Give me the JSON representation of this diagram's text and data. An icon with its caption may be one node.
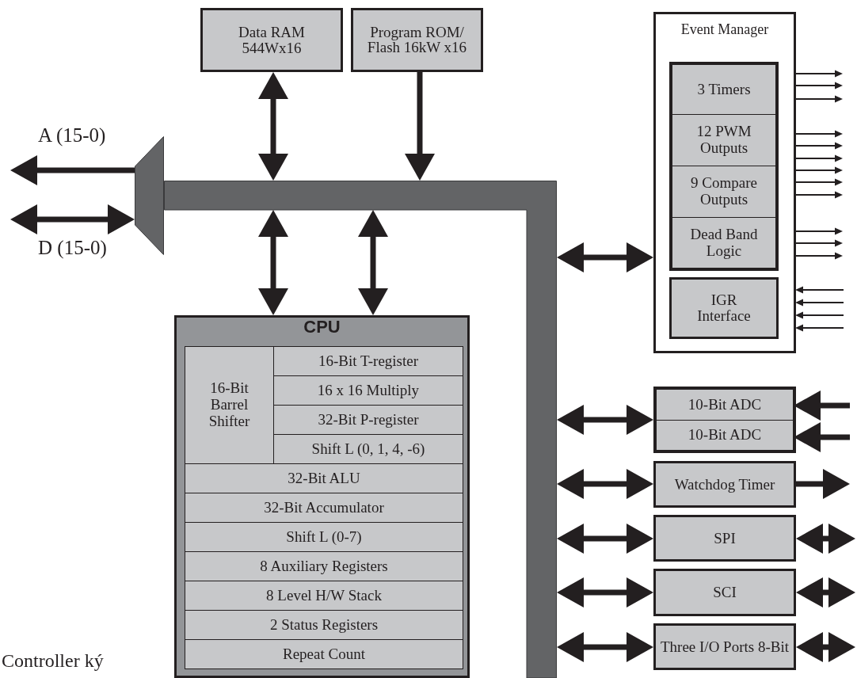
{
  "diagram": {
    "nodes": [
      {
        "text": [
          "Data RAM 544Wx16"
        ]
      },
      {
        "text": [
          "Program ROM/ Flash 16kW x16"
        ]
      },
      {
        "text": [],
        "shape": "bar"
      },
      {
        "text": [],
        "shape": "trapezoid"
      },
      {
        "text": [
          "CPU"
        ]
      },
      {
        "text": [
          "16-Bit Barrel Shifter"
        ],
        "in": 4
      },
      {
        "text": [
          "16-Bit T-register"
        ],
        "in": 4
      },
      {
        "text": [
          "16 x 16 Multiply"
        ],
        "in": 4
      },
      {
        "text": [
          "32-Bit P-register"
        ],
        "in": 4
      },
      {
        "text": [
          "Shift L (0, 1, 4, -6)"
        ],
        "in": 4
      },
      {
        "text": [
          "32-Bit ALU"
        ],
        "in": 4
      },
      {
        "text": [
          "32-Bit Accumulator"
        ],
        "in": 4
      },
      {
        "text": [
          "Shift L (0-7)"
        ],
        "in": 4
      },
      {
        "text": [
          "8 Auxiliary Registers"
        ],
        "in": 4
      },
      {
        "text": [
          "8 Level H/W Stack"
        ],
        "in": 4
      },
      {
        "text": [
          "2 Status Registers"
        ],
        "in": 4
      },
      {
        "text": [
          "Repeat Count"
        ],
        "in": 4
      },
      {
        "text": [
          "Event Manager"
        ]
      },
      {
        "text": [],
        "shape": "box",
        "in": 17
      },
      {
        "text": [
          "3 Timers"
        ],
        "in": 18
      },
      {
        "text": [
          "12 PWM Outputs"
        ],
        "in": 18
      },
      {
        "text": [
          "9 Compare Outputs"
        ],
        "in": 18
      },
      {
        "text": [
          "Dead Band Logic"
        ],
        "in": 18
      },
      {
        "text": [
          "IGR Interface"
        ],
        "in": 17
      },
      {
        "text": [],
        "shape": "box"
      },
      {
        "text": [
          "10-Bit ADC"
        ],
        "in": 24
      },
      {
        "text": [
          "10-Bit ADC"
        ],
        "in": 24
      },
      {
        "text": [
          "Watchdog Timer"
        ]
      },
      {
        "text": [
          "SPI"
        ]
      },
      {
        "text": [
          "SCI"
        ]
      },
      {
        "text": [
          "Three I/O Ports 8-Bit"
        ]
      }
    ],
    "edges": [
      {
        "from": 0,
        "to": 2,
        "arrow": "both"
      },
      {
        "from": 1,
        "to": 2,
        "arrow": "to"
      },
      {
        "from": 2,
        "to": 4,
        "arrow": "both"
      },
      {
        "from": 2,
        "to": 4,
        "arrow": "both"
      },
      {
        "from": 3,
        "to": null,
        "arrow": "to"
      },
      {
        "from": 3,
        "to": null,
        "arrow": "both"
      },
      {
        "from": 2,
        "to": 17,
        "arrow": "both"
      },
      {
        "from": 17,
        "to": null,
        "arrow": "to"
      },
      {
        "from": 17,
        "to": null,
        "arrow": "to"
      },
      {
        "from": 17,
        "to": null,
        "arrow": "to"
      },
      {
        "from": 17,
        "to": null,
        "arrow": "to"
      },
      {
        "from": 17,
        "to": null,
        "arrow": "to"
      },
      {
        "from": 17,
        "to": null,
        "arrow": "to"
      },
      {
        "from": 17,
        "to": null,
        "arrow": "to"
      },
      {
        "from": 17,
        "to": null,
        "arrow": "to"
      },
      {
        "from": 17,
        "to": null,
        "arrow": "to"
      },
      {
        "from": 17,
        "to": null,
        "arrow": "to"
      },
      {
        "from": 17,
        "to": null,
        "arrow": "to"
      },
      {
        "from": 17,
        "to": null,
        "arrow": "to"
      },
      {
        "from": null,
        "to": 17,
        "arrow": "to"
      },
      {
        "from": null,
        "to": 17,
        "arrow": "to"
      },
      {
        "from": null,
        "to": 17,
        "arrow": "to"
      },
      {
        "from": null,
        "to": 17,
        "arrow": "to"
      },
      {
        "from": 2,
        "to": 24,
        "arrow": "both"
      },
      {
        "from": null,
        "to": 25,
        "arrow": "to"
      },
      {
        "from": null,
        "to": 26,
        "arrow": "to"
      },
      {
        "from": 2,
        "to": 27,
        "arrow": "both"
      },
      {
        "from": 27,
        "to": null,
        "arrow": "to"
      },
      {
        "from": 2,
        "to": 28,
        "arrow": "both"
      },
      {
        "from": 28,
        "to": null,
        "arrow": "both"
      },
      {
        "from": 2,
        "to": 29,
        "arrow": "both"
      },
      {
        "from": 29,
        "to": null,
        "arrow": "both"
      },
      {
        "from": 2,
        "to": 30,
        "arrow": "both"
      },
      {
        "from": 30,
        "to": null,
        "arrow": "both"
      }
    ],
    "labels": [
      "A (15-0)",
      "D (15-0)",
      "Controller ký"
    ]
  }
}
